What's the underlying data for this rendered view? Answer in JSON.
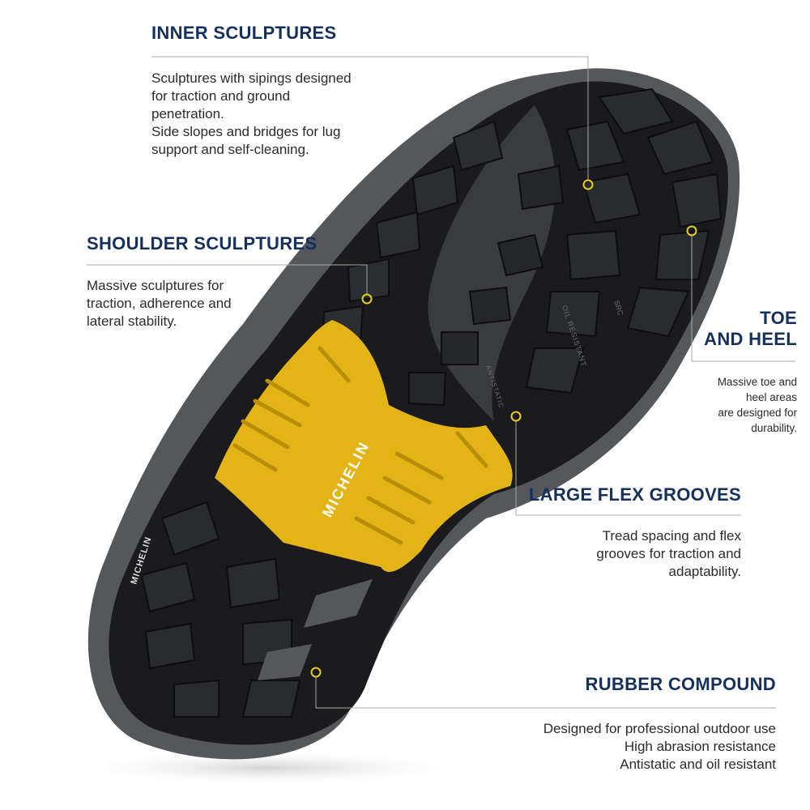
{
  "sections": {
    "inner": {
      "heading": "INNER SCULPTURES",
      "body": "Sculptures with sipings designed\nfor traction and ground\npenetration.\nSide slopes and bridges for lug\nsupport and self-cleaning."
    },
    "shoulder": {
      "heading": "SHOULDER SCULPTURES",
      "body": "Massive sculptures for\ntraction, adherence and\nlateral stability."
    },
    "toe": {
      "heading": "TOE\nAND HEEL",
      "body": "Massive toe and\nheel areas\nare designed for\ndurability."
    },
    "flex": {
      "heading": "LARGE FLEX GROOVES",
      "body": "Tread spacing and flex\ngrooves for traction and\nadaptability."
    },
    "rubber": {
      "heading": "RUBBER COMPOUND",
      "body": "Designed for professional outdoor use\nHigh abrasion resistance\nAntistatic and oil resistant"
    }
  },
  "sole": {
    "logo_text": "MICHELIN",
    "heel_logo_text": "MICHELIN",
    "emboss_1": "OIL RESISTANT",
    "emboss_2": "ANTISTATIC",
    "emboss_3": "SRC"
  },
  "colors": {
    "heading": "#16305e",
    "accent_yellow": "#e3b416",
    "callout_dot": "#e6cc2b",
    "rubber_black": "#1b1b1d",
    "rubber_grey": "#55575b"
  }
}
